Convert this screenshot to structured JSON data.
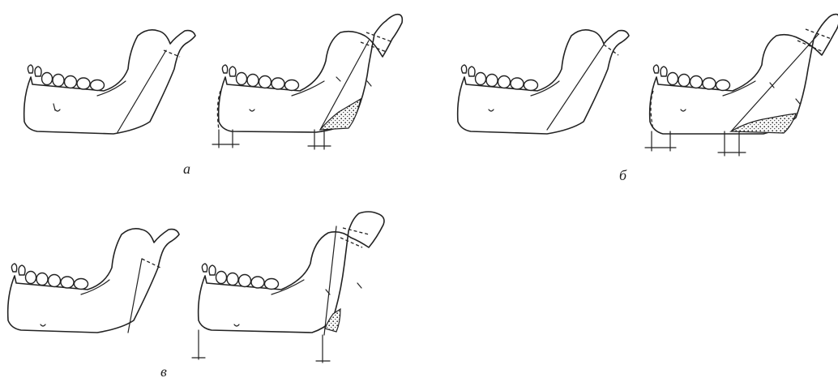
{
  "labels": {
    "a": "а",
    "b": "б",
    "v": "в"
  }
}
